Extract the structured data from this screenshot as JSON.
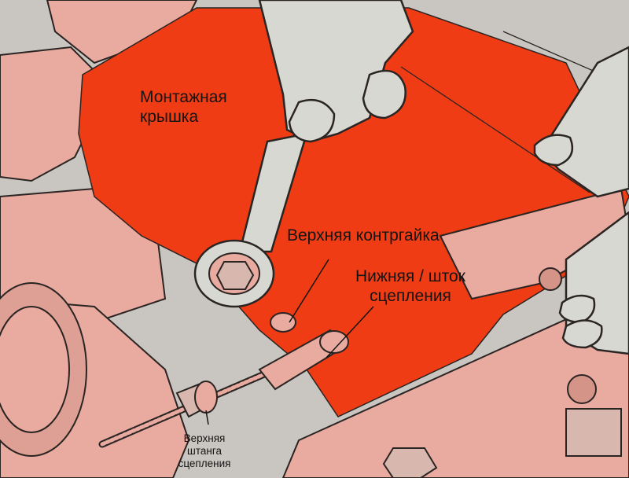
{
  "labels": {
    "mount_cover": {
      "line1": "Монтажная",
      "line2": "крышка"
    },
    "upper_locknut": "Верхняя контргайка",
    "lower_rod": {
      "line1": "Нижняя / шток",
      "line2": "сцепления"
    },
    "upper_rod": {
      "line1": "Верхняя",
      "line2": "штанга",
      "line3": "сцепления"
    }
  },
  "colors": {
    "cover_red": "#f03c14",
    "line_art": "#2a2422",
    "pink_fill": "#e9aaa0",
    "hand_fill": "#d8d8d2",
    "bg_gray": "#c9c6c1"
  },
  "icons": {
    "wrench": "ring-spanner",
    "hand": "gloved-hand"
  }
}
